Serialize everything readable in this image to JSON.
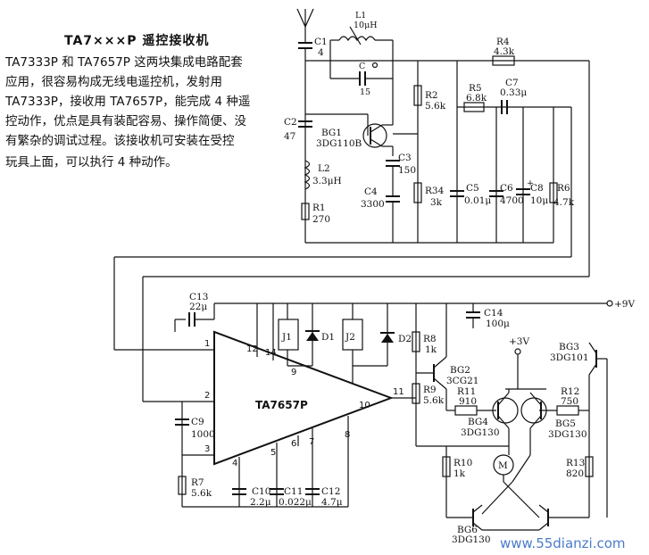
{
  "description": {
    "title": "TA7×××P 遥控接收机",
    "lines": [
      "TA7333P 和 TA7657P 这两块集成电路配套",
      "应用，很容易构成无线电遥控机，发射用",
      "TA7333P，接收用 TA7657P，能完成 4 种遥",
      "控动作，优点是具有装配容易、操作简便、没",
      "有繁杂的调试过程。该接收机可安装在受控",
      "玩具上面，可以执行 4 种动作。"
    ]
  },
  "components": {
    "L1": {
      "name": "L1",
      "value": "10μH"
    },
    "C1": {
      "name": "C1",
      "value": "4"
    },
    "C": {
      "name": "C",
      "value": "15"
    },
    "C2": {
      "name": "C2",
      "value": "47"
    },
    "BG1": {
      "name": "BG1",
      "value": "3DG110B"
    },
    "C3": {
      "name": "C3",
      "value": "150"
    },
    "C4": {
      "name": "C4",
      "value": "3300"
    },
    "L2": {
      "name": "L2",
      "value": "3.3μH"
    },
    "R1": {
      "name": "R1",
      "value": "270"
    },
    "R2": {
      "name": "R2",
      "value": "5.6k"
    },
    "R34": {
      "name": "R34",
      "value": "3k"
    },
    "R4": {
      "name": "R4",
      "value": "4.3k"
    },
    "R5": {
      "name": "R5",
      "value": "6.8k"
    },
    "C7": {
      "name": "C7",
      "value": "0.33μ"
    },
    "C5": {
      "name": "C5",
      "value": "0.01μ"
    },
    "C6": {
      "name": "C6",
      "value": "4700"
    },
    "C8": {
      "name": "C8",
      "value": "10μ"
    },
    "R6": {
      "name": "R6",
      "value": "4.7k"
    },
    "C13": {
      "name": "C13",
      "value": "22μ"
    },
    "C9": {
      "name": "C9",
      "value": "1000"
    },
    "R7": {
      "name": "R7",
      "value": "5.6k"
    },
    "C10": {
      "name": "C10",
      "value": "2.2μ"
    },
    "C11": {
      "name": "C11",
      "value": "0.022μ"
    },
    "C12": {
      "name": "C12",
      "value": "4.7μ"
    },
    "J1": {
      "name": "J1"
    },
    "J2": {
      "name": "J2"
    },
    "D1": {
      "name": "D1"
    },
    "D2": {
      "name": "D2"
    },
    "R8": {
      "name": "R8",
      "value": "1k"
    },
    "R9": {
      "name": "R9",
      "value": "5.6k"
    },
    "C14": {
      "name": "C14",
      "value": "100μ"
    },
    "BG2": {
      "name": "BG2",
      "value": "3CG21"
    },
    "R11": {
      "name": "R11",
      "value": "910"
    },
    "R12": {
      "name": "R12",
      "value": "750"
    },
    "R10": {
      "name": "R10",
      "value": "1k"
    },
    "R13": {
      "name": "R13",
      "value": "820"
    },
    "BG3": {
      "name": "BG3",
      "value": "3DG101"
    },
    "BG4": {
      "name": "BG4",
      "value": "3DG130"
    },
    "BG5": {
      "name": "BG5",
      "value": "3DG130"
    },
    "BG6": {
      "name": "BG6",
      "value": "3DG130"
    }
  },
  "ic": {
    "name": "TA7657P",
    "pins": [
      "1",
      "2",
      "3",
      "4",
      "5",
      "6",
      "7",
      "8",
      "9",
      "10",
      "11",
      "12",
      "14"
    ]
  },
  "supply": {
    "main": "+9V",
    "aux": "+3V"
  },
  "motor": {
    "label": "M"
  },
  "watermark": "www.55dianzi.com"
}
